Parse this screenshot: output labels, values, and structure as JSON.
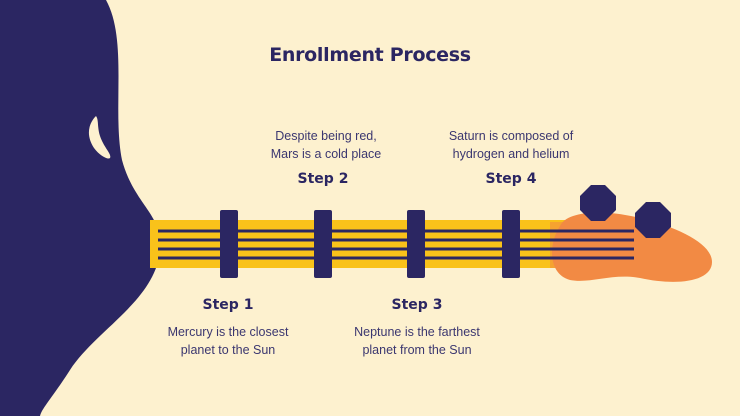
{
  "title": "Enrollment Process",
  "steps": [
    {
      "label": "Step 1",
      "line1": "Mercury is the closest",
      "line2": "planet to the Sun"
    },
    {
      "label": "Step 2",
      "line1": "Despite being red,",
      "line2": "Mars is a cold place"
    },
    {
      "label": "Step 3",
      "line1": "Neptune is the farthest",
      "line2": "planet from the Sun"
    },
    {
      "label": "Step 4",
      "line1": "Saturn is composed of",
      "line2": "hydrogen and helium"
    }
  ],
  "colors": {
    "background": "#fdf1cf",
    "navy": "#2b2662",
    "yellow": "#f9c21a",
    "orange": "#f28a44"
  }
}
